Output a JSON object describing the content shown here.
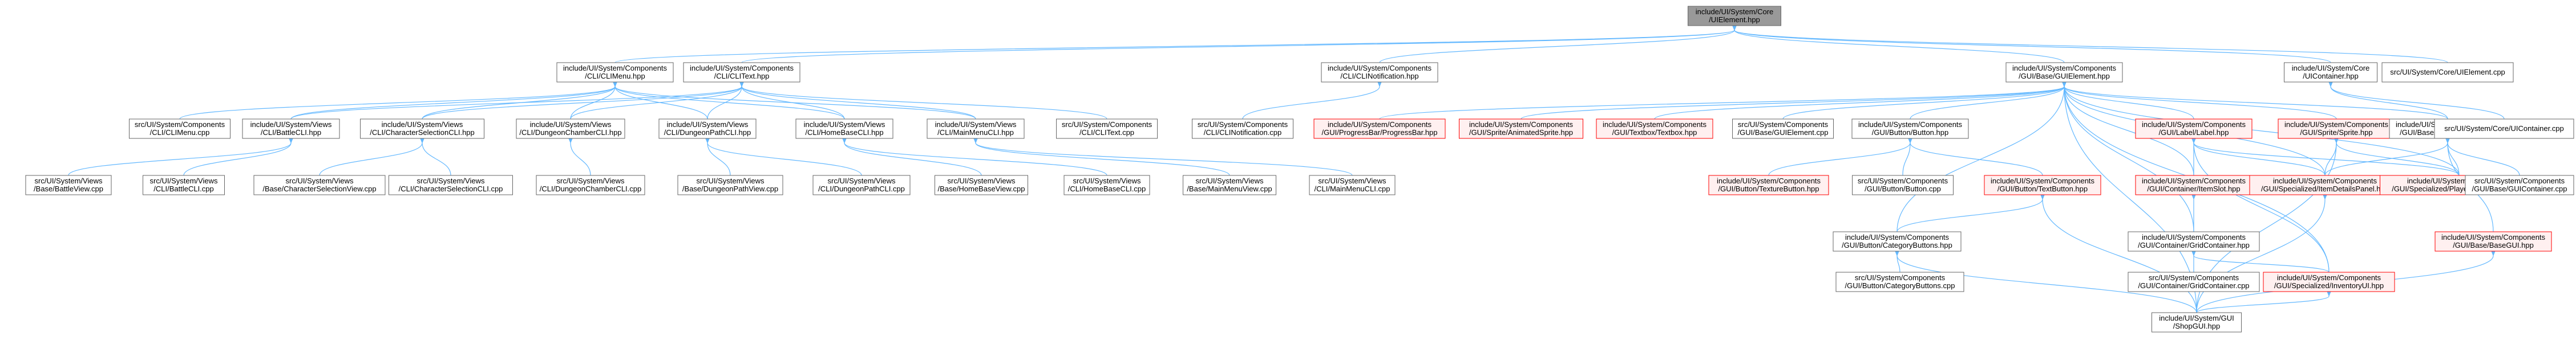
{
  "diagram": {
    "title": "",
    "colors": {
      "edge": "#63b8ff",
      "node_border_normal": "#666666",
      "node_fill_normal": "#ffffff",
      "node_border_missing": "#ff0000",
      "node_fill_missing": "#fff0f0",
      "node_fill_root": "#999999",
      "text": "#000000"
    },
    "nodes": [
      {
        "id": "core_element_hpp",
        "lines": [
          "include/UI/System/Core",
          "/UIElement.hpp"
        ],
        "style": "root"
      },
      {
        "id": "menu_hpp",
        "lines": [
          "include/UI/System/Components",
          "/CLI/CLIMenu.hpp"
        ],
        "style": "normal"
      },
      {
        "id": "text_hpp",
        "lines": [
          "include/UI/System/Components",
          "/CLI/CLIText.hpp"
        ],
        "style": "normal"
      },
      {
        "id": "notif_hpp",
        "lines": [
          "include/UI/System/Components",
          "/CLI/CLINotification.hpp"
        ],
        "style": "normal"
      },
      {
        "id": "gui_element_hpp",
        "lines": [
          "include/UI/System/Components",
          "/GUI/Base/GUIElement.hpp"
        ],
        "style": "normal"
      },
      {
        "id": "container_core_hpp",
        "lines": [
          "include/UI/System/Core",
          "/UIContainer.hpp"
        ],
        "style": "normal"
      },
      {
        "id": "uielement_cpp",
        "lines": [
          "src/UI/System/Core/UIElement.cpp"
        ],
        "style": "normal"
      },
      {
        "id": "climenu_cpp",
        "lines": [
          "src/UI/System/Components",
          "/CLI/CLIMenu.cpp"
        ],
        "style": "normal"
      },
      {
        "id": "battlecli_hpp",
        "lines": [
          "include/UI/System/Views",
          "/CLI/BattleCLI.hpp"
        ],
        "style": "normal"
      },
      {
        "id": "charsel_hpp",
        "lines": [
          "include/UI/System/Views",
          "/CLI/CharacterSelectionCLI.hpp"
        ],
        "style": "normal"
      },
      {
        "id": "dungeonch_hpp",
        "lines": [
          "include/UI/System/Views",
          "/CLI/DungeonChamberCLI.hpp"
        ],
        "style": "normal"
      },
      {
        "id": "dungeonpath_hpp",
        "lines": [
          "include/UI/System/Views",
          "/CLI/DungeonPathCLI.hpp"
        ],
        "style": "normal"
      },
      {
        "id": "homebase_hpp",
        "lines": [
          "include/UI/System/Views",
          "/CLI/HomeBaseCLI.hpp"
        ],
        "style": "normal"
      },
      {
        "id": "mainmenu_hpp",
        "lines": [
          "include/UI/System/Views",
          "/CLI/MainMenuCLI.hpp"
        ],
        "style": "normal"
      },
      {
        "id": "clitext_cpp",
        "lines": [
          "src/UI/System/Components",
          "/CLI/CLIText.cpp"
        ],
        "style": "normal"
      },
      {
        "id": "clinotif_cpp",
        "lines": [
          "src/UI/System/Components",
          "/CLI/CLINotification.cpp"
        ],
        "style": "normal"
      },
      {
        "id": "progressbar_hpp",
        "lines": [
          "include/UI/System/Components",
          "/GUI/ProgressBar/ProgressBar.hpp"
        ],
        "style": "missing"
      },
      {
        "id": "animsprite_hpp",
        "lines": [
          "include/UI/System/Components",
          "/GUI/Sprite/AnimatedSprite.hpp"
        ],
        "style": "missing"
      },
      {
        "id": "textbox_hpp",
        "lines": [
          "include/UI/System/Components",
          "/GUI/Textbox/Textbox.hpp"
        ],
        "style": "missing"
      },
      {
        "id": "guielement_cpp",
        "lines": [
          "src/UI/System/Components",
          "/GUI/Base/GUIElement.cpp"
        ],
        "style": "normal"
      },
      {
        "id": "button_hpp",
        "lines": [
          "include/UI/System/Components",
          "/GUI/Button/Button.hpp"
        ],
        "style": "normal"
      },
      {
        "id": "label_hpp",
        "lines": [
          "include/UI/System/Components",
          "/GUI/Label/Label.hpp"
        ],
        "style": "missing"
      },
      {
        "id": "sprite_hpp",
        "lines": [
          "include/UI/System/Components",
          "/GUI/Sprite/Sprite.hpp"
        ],
        "style": "missing"
      },
      {
        "id": "guicontainer_hpp",
        "lines": [
          "include/UI/System/Components",
          "/GUI/Base/GUIContainer.hpp"
        ],
        "style": "normal"
      },
      {
        "id": "uicontainer_cpp",
        "lines": [
          "src/UI/System/Core/UIContainer.cpp"
        ],
        "style": "normal"
      },
      {
        "id": "battleview_cpp",
        "lines": [
          "src/UI/System/Views",
          "/Base/BattleView.cpp"
        ],
        "style": "normal"
      },
      {
        "id": "battlecli_cpp",
        "lines": [
          "src/UI/System/Views",
          "/CLI/BattleCLI.cpp"
        ],
        "style": "normal"
      },
      {
        "id": "charselview_cpp",
        "lines": [
          "src/UI/System/Views",
          "/Base/CharacterSelectionView.cpp"
        ],
        "style": "normal"
      },
      {
        "id": "charselcli_cpp",
        "lines": [
          "src/UI/System/Views",
          "/CLI/CharacterSelectionCLI.cpp"
        ],
        "style": "normal"
      },
      {
        "id": "dungeonchcli_cpp",
        "lines": [
          "src/UI/System/Views",
          "/CLI/DungeonChamberCLI.cpp"
        ],
        "style": "normal"
      },
      {
        "id": "dungeonpathview_cpp",
        "lines": [
          "src/UI/System/Views",
          "/Base/DungeonPathView.cpp"
        ],
        "style": "normal"
      },
      {
        "id": "dungeonpathcli_cpp",
        "lines": [
          "src/UI/System/Views",
          "/CLI/DungeonPathCLI.cpp"
        ],
        "style": "normal"
      },
      {
        "id": "homebaseview_cpp",
        "lines": [
          "src/UI/System/Views",
          "/Base/HomeBaseView.cpp"
        ],
        "style": "normal"
      },
      {
        "id": "homebasecli_cpp",
        "lines": [
          "src/UI/System/Views",
          "/CLI/HomeBaseCLI.cpp"
        ],
        "style": "normal"
      },
      {
        "id": "mainmenuview_cpp",
        "lines": [
          "src/UI/System/Views",
          "/Base/MainMenuView.cpp"
        ],
        "style": "normal"
      },
      {
        "id": "mainmenucli_cpp",
        "lines": [
          "src/UI/System/Views",
          "/CLI/MainMenuCLI.cpp"
        ],
        "style": "normal"
      },
      {
        "id": "texturebutton_hpp",
        "lines": [
          "include/UI/System/Components",
          "/GUI/Button/TextureButton.hpp"
        ],
        "style": "missing"
      },
      {
        "id": "button_cpp",
        "lines": [
          "src/UI/System/Components",
          "/GUI/Button/Button.cpp"
        ],
        "style": "normal"
      },
      {
        "id": "textbutton_hpp",
        "lines": [
          "include/UI/System/Components",
          "/GUI/Button/TextButton.hpp"
        ],
        "style": "missing"
      },
      {
        "id": "itemslot_hpp",
        "lines": [
          "include/UI/System/Components",
          "/GUI/Container/ItemSlot.hpp"
        ],
        "style": "missing"
      },
      {
        "id": "itemdetails_hpp",
        "lines": [
          "include/UI/System/Components",
          "/GUI/Specialized/ItemDetailsPanel.hpp"
        ],
        "style": "missing"
      },
      {
        "id": "playerdetails_hpp",
        "lines": [
          "include/UI/System/Components",
          "/GUI/Specialized/PlayerDetailsPanel.hpp"
        ],
        "style": "missing"
      },
      {
        "id": "guicontainer_cpp",
        "lines": [
          "src/UI/System/Components",
          "/GUI/Base/GUIContainer.cpp"
        ],
        "style": "normal"
      },
      {
        "id": "basegui_hpp",
        "lines": [
          "include/UI/System/Components",
          "/GUI/Base/BaseGUI.hpp"
        ],
        "style": "missing"
      },
      {
        "id": "categorybuttons_hpp",
        "lines": [
          "include/UI/System/Components",
          "/GUI/Button/CategoryButtons.hpp"
        ],
        "style": "normal"
      },
      {
        "id": "gridcontainer_hpp",
        "lines": [
          "include/UI/System/Components",
          "/GUI/Container/GridContainer.hpp"
        ],
        "style": "normal"
      },
      {
        "id": "categorybuttons_cpp",
        "lines": [
          "src/UI/System/Components",
          "/GUI/Button/CategoryButtons.cpp"
        ],
        "style": "normal"
      },
      {
        "id": "gridcontainer_cpp",
        "lines": [
          "src/UI/System/Components",
          "/GUI/Container/GridContainer.cpp"
        ],
        "style": "normal"
      },
      {
        "id": "inventoryui_hpp",
        "lines": [
          "include/UI/System/Components",
          "/GUI/Specialized/InventoryUI.hpp"
        ],
        "style": "missing"
      },
      {
        "id": "shopgui_hpp",
        "lines": [
          "include/UI/System/GUI",
          "/ShopGUI.hpp"
        ],
        "style": "normal"
      }
    ],
    "edges": [
      [
        "core_element_hpp",
        "menu_hpp"
      ],
      [
        "core_element_hpp",
        "text_hpp"
      ],
      [
        "core_element_hpp",
        "notif_hpp"
      ],
      [
        "core_element_hpp",
        "gui_element_hpp"
      ],
      [
        "core_element_hpp",
        "container_core_hpp"
      ],
      [
        "core_element_hpp",
        "uielement_cpp"
      ],
      [
        "menu_hpp",
        "climenu_cpp"
      ],
      [
        "menu_hpp",
        "battlecli_hpp"
      ],
      [
        "menu_hpp",
        "charsel_hpp"
      ],
      [
        "menu_hpp",
        "dungeonch_hpp"
      ],
      [
        "menu_hpp",
        "dungeonpath_hpp"
      ],
      [
        "menu_hpp",
        "homebase_hpp"
      ],
      [
        "menu_hpp",
        "mainmenu_hpp"
      ],
      [
        "text_hpp",
        "battlecli_hpp"
      ],
      [
        "text_hpp",
        "charsel_hpp"
      ],
      [
        "text_hpp",
        "dungeonch_hpp"
      ],
      [
        "text_hpp",
        "dungeonpath_hpp"
      ],
      [
        "text_hpp",
        "homebase_hpp"
      ],
      [
        "text_hpp",
        "mainmenu_hpp"
      ],
      [
        "text_hpp",
        "clitext_cpp"
      ],
      [
        "notif_hpp",
        "clinotif_cpp"
      ],
      [
        "battlecli_hpp",
        "battleview_cpp"
      ],
      [
        "battlecli_hpp",
        "battlecli_cpp"
      ],
      [
        "charsel_hpp",
        "charselview_cpp"
      ],
      [
        "charsel_hpp",
        "charselcli_cpp"
      ],
      [
        "dungeonch_hpp",
        "dungeonchcli_cpp"
      ],
      [
        "dungeonpath_hpp",
        "dungeonpathview_cpp"
      ],
      [
        "dungeonpath_hpp",
        "dungeonpathcli_cpp"
      ],
      [
        "homebase_hpp",
        "homebaseview_cpp"
      ],
      [
        "homebase_hpp",
        "homebasecli_cpp"
      ],
      [
        "mainmenu_hpp",
        "mainmenuview_cpp"
      ],
      [
        "mainmenu_hpp",
        "mainmenucli_cpp"
      ],
      [
        "gui_element_hpp",
        "progressbar_hpp"
      ],
      [
        "gui_element_hpp",
        "animsprite_hpp"
      ],
      [
        "gui_element_hpp",
        "textbox_hpp"
      ],
      [
        "gui_element_hpp",
        "guielement_cpp"
      ],
      [
        "gui_element_hpp",
        "button_hpp"
      ],
      [
        "gui_element_hpp",
        "label_hpp"
      ],
      [
        "gui_element_hpp",
        "sprite_hpp"
      ],
      [
        "gui_element_hpp",
        "guicontainer_hpp"
      ],
      [
        "gui_element_hpp",
        "itemslot_hpp"
      ],
      [
        "gui_element_hpp",
        "itemdetails_hpp"
      ],
      [
        "gui_element_hpp",
        "playerdetails_hpp"
      ],
      [
        "gui_element_hpp",
        "categorybuttons_hpp"
      ],
      [
        "gui_element_hpp",
        "gridcontainer_hpp"
      ],
      [
        "gui_element_hpp",
        "inventoryui_hpp"
      ],
      [
        "gui_element_hpp",
        "shopgui_hpp"
      ],
      [
        "container_core_hpp",
        "guicontainer_hpp"
      ],
      [
        "container_core_hpp",
        "uicontainer_cpp"
      ],
      [
        "button_hpp",
        "texturebutton_hpp"
      ],
      [
        "button_hpp",
        "button_cpp"
      ],
      [
        "button_hpp",
        "textbutton_hpp"
      ],
      [
        "textbutton_hpp",
        "categorybuttons_hpp"
      ],
      [
        "textbutton_hpp",
        "shopgui_hpp"
      ],
      [
        "label_hpp",
        "itemslot_hpp"
      ],
      [
        "label_hpp",
        "itemdetails_hpp"
      ],
      [
        "label_hpp",
        "playerdetails_hpp"
      ],
      [
        "label_hpp",
        "inventoryui_hpp"
      ],
      [
        "sprite_hpp",
        "itemdetails_hpp"
      ],
      [
        "sprite_hpp",
        "playerdetails_hpp"
      ],
      [
        "sprite_hpp",
        "shopgui_hpp"
      ],
      [
        "guicontainer_hpp",
        "guicontainer_cpp"
      ],
      [
        "guicontainer_hpp",
        "basegui_hpp"
      ],
      [
        "guicontainer_hpp",
        "itemdetails_hpp"
      ],
      [
        "guicontainer_hpp",
        "playerdetails_hpp"
      ],
      [
        "itemslot_hpp",
        "gridcontainer_hpp"
      ],
      [
        "itemdetails_hpp",
        "shopgui_hpp"
      ],
      [
        "basegui_hpp",
        "shopgui_hpp"
      ],
      [
        "categorybuttons_hpp",
        "categorybuttons_cpp"
      ],
      [
        "categorybuttons_hpp",
        "shopgui_hpp"
      ],
      [
        "gridcontainer_hpp",
        "gridcontainer_cpp"
      ],
      [
        "gridcontainer_hpp",
        "inventoryui_hpp"
      ],
      [
        "inventoryui_hpp",
        "shopgui_hpp"
      ]
    ]
  }
}
